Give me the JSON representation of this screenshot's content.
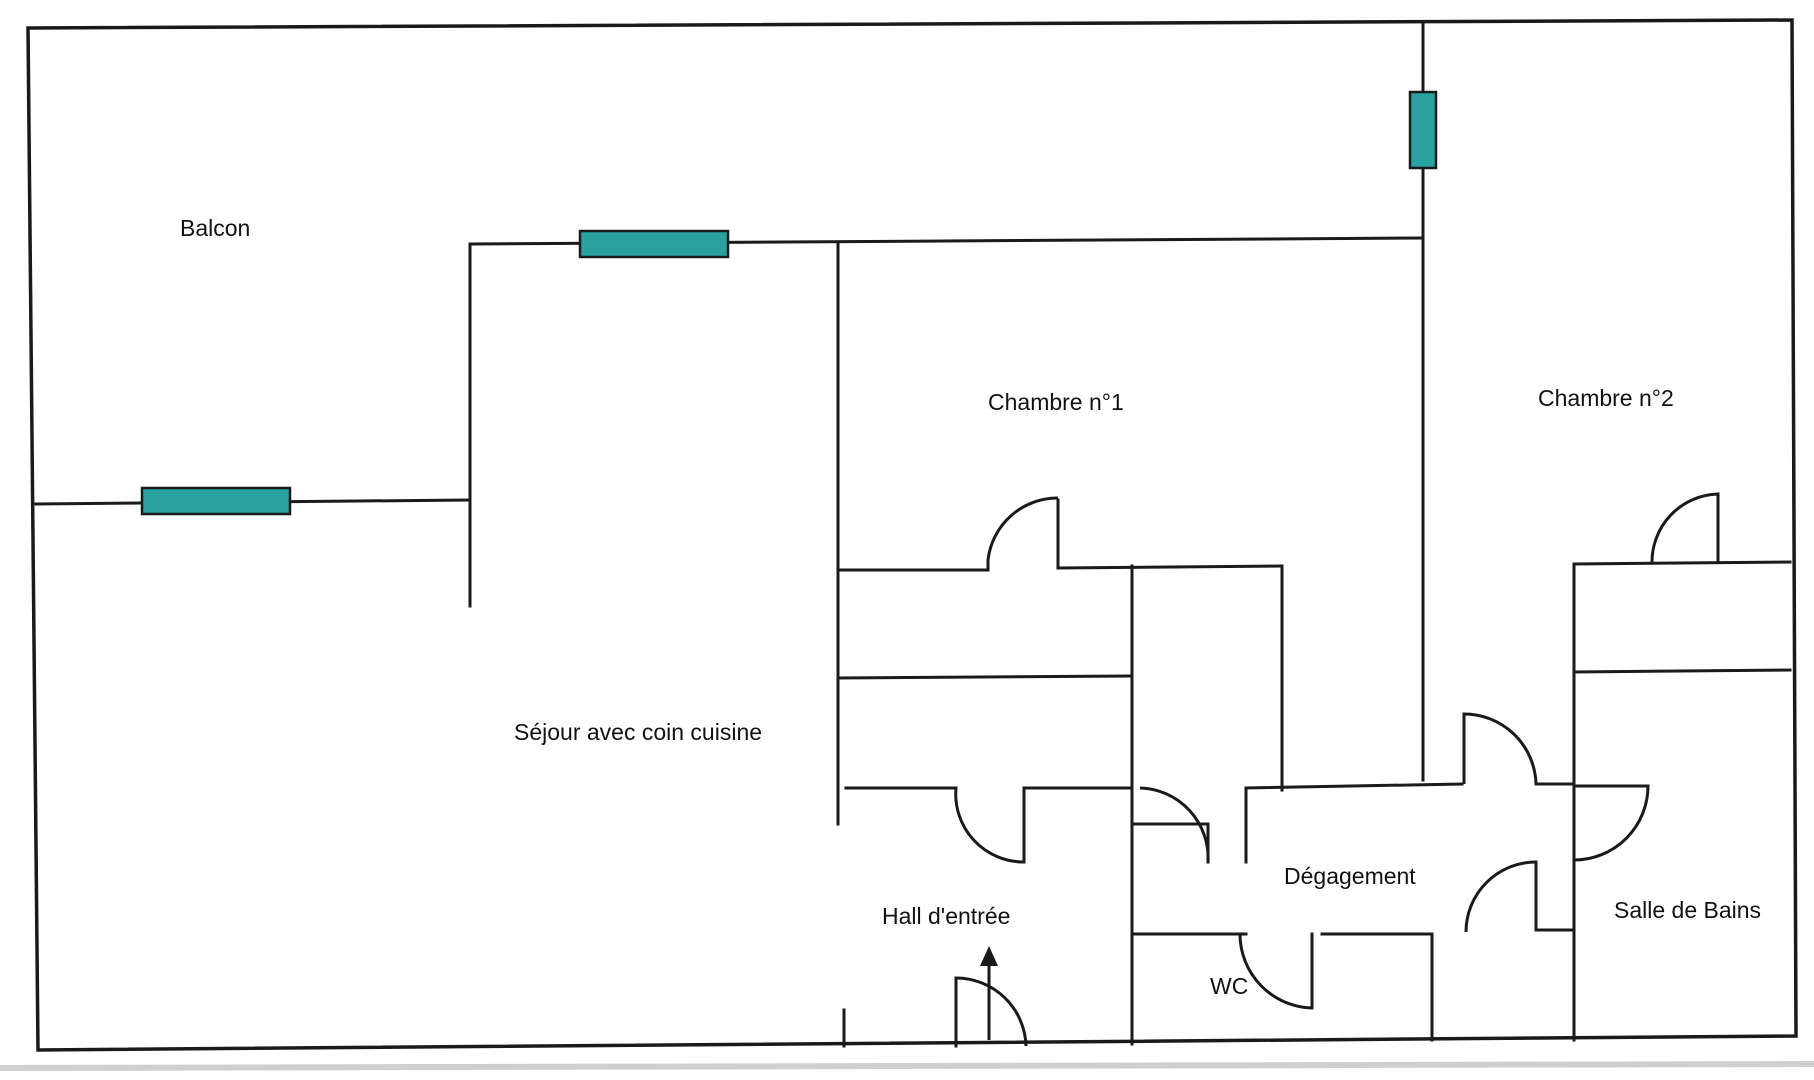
{
  "plan": {
    "rooms": {
      "balcon": "Balcon",
      "sejour": "Séjour avec coin cuisine",
      "chambre1": "Chambre n°1",
      "chambre2": "Chambre n°2",
      "hall": "Hall d'entrée",
      "degagement": "Dégagement",
      "wc": "WC",
      "sdb": "Salle de Bains"
    },
    "colors": {
      "window": "#2aa1a1",
      "wall": "#1a1a1a"
    }
  }
}
